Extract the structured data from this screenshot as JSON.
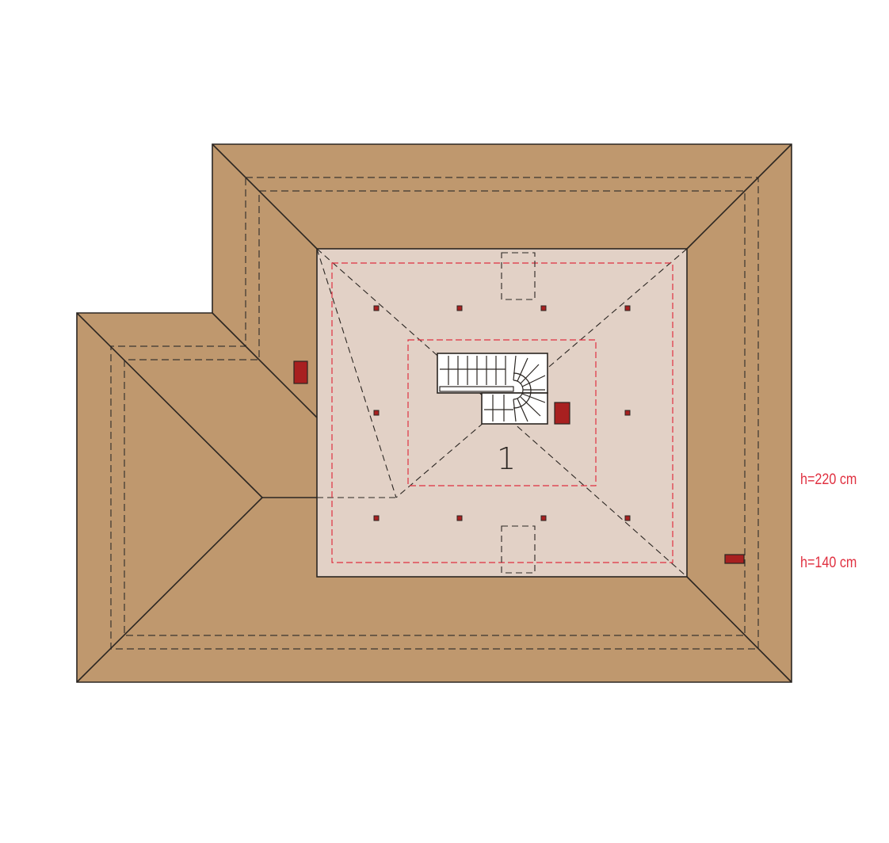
{
  "room": {
    "number": "1"
  },
  "heights": {
    "full": "h=220 cm",
    "low": "h=140 cm"
  },
  "colors": {
    "roof": "#bf986e",
    "attic_floor": "#e2d1c6",
    "outline": "#2b2622",
    "height_line": "#e03040",
    "chimney": "#a82020"
  }
}
